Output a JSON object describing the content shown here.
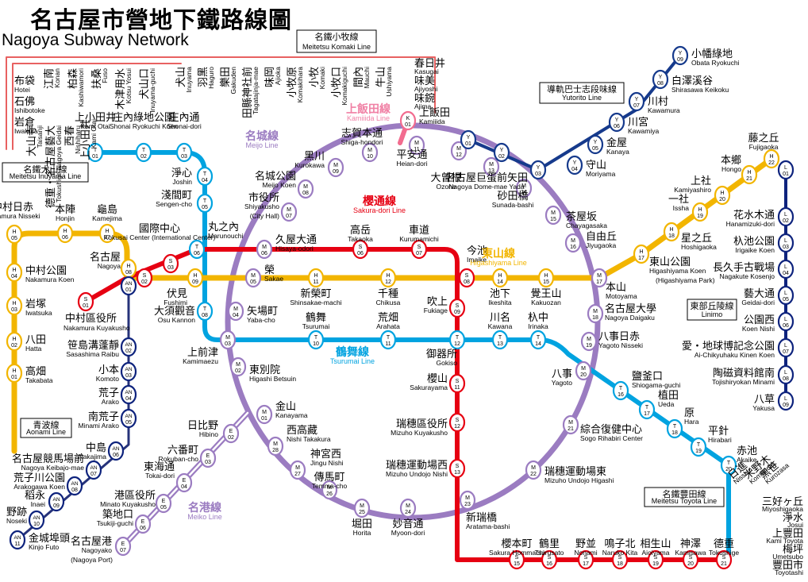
{
  "title": "名古屋市營地下鐵路線圖",
  "title_en": "Nagoya Subway Network",
  "colors": {
    "higashiyama": "#f2b500",
    "meijo": "#9b7cc1",
    "meiko": "#9b7cc1",
    "tsurumai": "#00a3e0",
    "sakuradori": "#e60012",
    "kamiiida": "#f26c8f",
    "kamiiida_label": "#f081a5",
    "linimo": "#0e237d",
    "yutorito": "#163a8c",
    "meitetsu_komaki": "#e60012",
    "meitetsu": "#e60012",
    "kamiiida_bg": "#ffffff"
  },
  "lines": [
    {
      "id": "sakura",
      "name": "櫻通線",
      "name_en": "Sakura-dori Line",
      "color": "#e60012"
    },
    {
      "id": "higashiyama",
      "name": "東山線",
      "name_en": "Higashiyama Line",
      "color": "#f2b500"
    },
    {
      "id": "meijo",
      "name": "名城線",
      "name_en": "Meijo Line",
      "color": "#9b7cc1"
    },
    {
      "id": "tsurumai",
      "name": "鶴舞線",
      "name_en": "Tsurumai Line",
      "color": "#00a3e0"
    },
    {
      "id": "meiko",
      "name": "名港線",
      "name_en": "Meiko Line",
      "color": "#9b7cc1"
    },
    {
      "id": "kamiiida",
      "name": "上飯田線",
      "name_en": "Kamiiida Line",
      "color": "#f26c8f"
    }
  ],
  "boxes": [
    {
      "id": "komaki",
      "name": "名鐵小牧線",
      "name_en": "Meitetsu Komaki Line"
    },
    {
      "id": "inuyama",
      "name": "名鐵犬山線",
      "name_en": "Meitetsu Inuyama Line"
    },
    {
      "id": "yutorito",
      "name": "導軌巴士志段味線",
      "name_en": "Yutorito Line"
    },
    {
      "id": "aonami",
      "name": "青波線",
      "name_en": "Aonami Line"
    },
    {
      "id": "linimo",
      "name": "東部丘陵線",
      "name_en": "Linimo"
    },
    {
      "id": "toyota",
      "name": "名鐵豐田線",
      "name_en": "Meitetsu Toyota Line"
    }
  ],
  "stations": [
    {
      "id": "H01",
      "code": [
        "H",
        "01"
      ],
      "name": "高畑",
      "romaji": "Takabata"
    },
    {
      "id": "H02",
      "code": [
        "H",
        "02"
      ],
      "name": "八田",
      "romaji": "Hatta"
    },
    {
      "id": "H03",
      "code": [
        "H",
        "03"
      ],
      "name": "岩塚",
      "romaji": "Iwatsuka"
    },
    {
      "id": "H04",
      "code": [
        "H",
        "04"
      ],
      "name": "中村公園",
      "romaji": "Nakamura Koen"
    },
    {
      "id": "H05",
      "code": [
        "H",
        "05"
      ],
      "name": "中村日赤",
      "romaji": "Nakamura Nisseki"
    },
    {
      "id": "H06",
      "code": [
        "H",
        "06"
      ],
      "name": "本陣",
      "romaji": "Honjin"
    },
    {
      "id": "H07",
      "code": [
        "H",
        "07"
      ],
      "name": "龜島",
      "romaji": "Kamejima"
    },
    {
      "id": "H08",
      "code": [
        "H",
        "08"
      ],
      "name": "名古屋",
      "romaji": "Nagoya"
    },
    {
      "id": "H09",
      "code": [
        "H",
        "09"
      ],
      "name": "伏見",
      "romaji": "Fushimi"
    },
    {
      "id": "H11",
      "code": [
        "H",
        "11"
      ],
      "name": "新榮町",
      "romaji": "Shinsakae-machi"
    },
    {
      "id": "H12",
      "code": [
        "H",
        "12"
      ],
      "name": "千種",
      "romaji": "Chikusa"
    },
    {
      "id": "H14",
      "code": [
        "H",
        "14"
      ],
      "name": "池下",
      "romaji": "Ikeshita"
    },
    {
      "id": "H15",
      "code": [
        "H",
        "15"
      ],
      "name": "覺王山",
      "romaji": "Kakuozan"
    },
    {
      "id": "H17",
      "code": [
        "H",
        "17"
      ],
      "name": "東山公園",
      "romaji": "Higashiyama Koen"
    },
    {
      "id": "H18",
      "code": [
        "H",
        "18"
      ],
      "name": "星之丘",
      "romaji": "Hoshigaoka"
    },
    {
      "id": "H19",
      "code": [
        "H",
        "19"
      ],
      "name": "一社",
      "romaji": "Issha"
    },
    {
      "id": "H20",
      "code": [
        "H",
        "20"
      ],
      "name": "上社",
      "romaji": "Kamiyashiro"
    },
    {
      "id": "H21",
      "code": [
        "H",
        "21"
      ],
      "name": "本鄉",
      "romaji": "Hongo"
    },
    {
      "id": "H22",
      "code": [
        "H",
        "22"
      ],
      "name": "藤之丘",
      "romaji": "Fujigaoka"
    },
    {
      "id": "M01",
      "code": [
        "M",
        "01"
      ],
      "name": "金山",
      "romaji": "Kanayama"
    },
    {
      "id": "M02",
      "code": [
        "M",
        "02"
      ],
      "name": "東別院",
      "romaji": "Higashi Betsuin"
    },
    {
      "id": "M03",
      "code": [
        "M",
        "03"
      ],
      "name": "上前津",
      "romaji": "Kamimaezu"
    },
    {
      "id": "M04",
      "code": [
        "M",
        "04"
      ],
      "name": "矢場町",
      "romaji": "Yaba-cho"
    },
    {
      "id": "M05",
      "code": [
        "M",
        "05"
      ],
      "name": "榮",
      "romaji": "Sakae"
    },
    {
      "id": "M06",
      "code": [
        "M",
        "06"
      ],
      "name": "久屋大通",
      "romaji": "Hisaya-odori"
    },
    {
      "id": "M07",
      "code": [
        "M",
        "07"
      ],
      "name": "市役所",
      "romaji": "Shiyakusho"
    },
    {
      "id": "M08",
      "code": [
        "M",
        "08"
      ],
      "name": "名城公園",
      "romaji": "Meijo Koen"
    },
    {
      "id": "M09",
      "code": [
        "M",
        "09"
      ],
      "name": "黑川",
      "romaji": "Kurokawa"
    },
    {
      "id": "M10",
      "code": [
        "M",
        "10"
      ],
      "name": "志賀本通",
      "romaji": "Shiga-hondori"
    },
    {
      "id": "M11",
      "code": [
        "M",
        "11"
      ],
      "name": "平安通",
      "romaji": "Heian-dori"
    },
    {
      "id": "M12",
      "code": [
        "M",
        "12"
      ],
      "name": "大曾根",
      "romaji": "Ozone"
    },
    {
      "id": "M13",
      "code": [
        "M",
        "13"
      ],
      "name": "名古屋巨蛋前矢田",
      "romaji": "Nagoya Dome-mae Yada"
    },
    {
      "id": "M14",
      "code": [
        "M",
        "14"
      ],
      "name": "砂田橋",
      "romaji": "Sunada-bashi"
    },
    {
      "id": "M15",
      "code": [
        "M",
        "15"
      ],
      "name": "茶屋坂",
      "romaji": "Chayagasaka"
    },
    {
      "id": "M16",
      "code": [
        "M",
        "16"
      ],
      "name": "自由丘",
      "romaji": "Jiyugaoka"
    },
    {
      "id": "M17",
      "code": [
        "M",
        "17"
      ],
      "name": "本山",
      "romaji": "Motoyama"
    },
    {
      "id": "M18",
      "code": [
        "M",
        "18"
      ],
      "name": "名古屋大學",
      "romaji": "Nagoya Daigaku"
    },
    {
      "id": "M19",
      "code": [
        "M",
        "19"
      ],
      "name": "八事日赤",
      "romaji": "Yagoto Nisseki"
    },
    {
      "id": "M20",
      "code": [
        "M",
        "20"
      ],
      "name": "八事",
      "romaji": "Yagoto"
    },
    {
      "id": "M21",
      "code": [
        "M",
        "21"
      ],
      "name": "綜合復健中心",
      "romaji": "Sogo Rihabiri Center"
    },
    {
      "id": "M22",
      "code": [
        "M",
        "22"
      ],
      "name": "瑞穗運動場東",
      "romaji": "Mizuho Undojo Higashi"
    },
    {
      "id": "M23",
      "code": [
        "M",
        "23"
      ],
      "name": "新瑞橋",
      "romaji": "Aratama-bashi"
    },
    {
      "id": "M24",
      "code": [
        "M",
        "24"
      ],
      "name": "妙音通",
      "romaji": "Myoon-dori"
    },
    {
      "id": "M25",
      "code": [
        "M",
        "25"
      ],
      "name": "堀田",
      "romaji": "Horita"
    },
    {
      "id": "M26",
      "code": [
        "M",
        "26"
      ],
      "name": "傳馬町",
      "romaji": "Temma-cho"
    },
    {
      "id": "M27",
      "code": [
        "M",
        "27"
      ],
      "name": "神宮西",
      "romaji": "Jingu Nishi"
    },
    {
      "id": "M28",
      "code": [
        "M",
        "28"
      ],
      "name": "西高藏",
      "romaji": "Nishi Takakura"
    },
    {
      "id": "E02",
      "code": [
        "E",
        "02"
      ],
      "name": "日比野",
      "romaji": "Hibino"
    },
    {
      "id": "E03",
      "code": [
        "E",
        "03"
      ],
      "name": "六番町",
      "romaji": "Rokuban-cho"
    },
    {
      "id": "E04",
      "code": [
        "E",
        "04"
      ],
      "name": "東海通",
      "romaji": "Tokai-dori"
    },
    {
      "id": "E05",
      "code": [
        "E",
        "05"
      ],
      "name": "港區役所",
      "romaji": "Minato Kuyakusho"
    },
    {
      "id": "E06",
      "code": [
        "E",
        "06"
      ],
      "name": "築地口",
      "romaji": "Tsukiji-guchi"
    },
    {
      "id": "E07",
      "code": [
        "E",
        "07"
      ],
      "name": "名古屋港",
      "romaji": "Nagoyako"
    },
    {
      "id": "T01",
      "code": [
        "T",
        "01"
      ],
      "name": "上小田井",
      "romaji": "Kami Otai"
    },
    {
      "id": "T02",
      "code": [
        "T",
        "02"
      ],
      "name": "庄內綠地公園",
      "romaji": "Shonai Ryokuchi Koen"
    },
    {
      "id": "T03",
      "code": [
        "T",
        "03"
      ],
      "name": "庄內通",
      "romaji": "Shonai-dori"
    },
    {
      "id": "T04",
      "code": [
        "T",
        "04"
      ],
      "name": "淨心",
      "romaji": "Joshin"
    },
    {
      "id": "T05",
      "code": [
        "T",
        "05"
      ],
      "name": "淺間町",
      "romaji": "Sengen-cho"
    },
    {
      "id": "T06",
      "code": [
        "T",
        "06"
      ],
      "name": "丸之內",
      "romaji": "Marunouchi"
    },
    {
      "id": "T08",
      "code": [
        "T",
        "08"
      ],
      "name": "大須觀音",
      "romaji": "Osu Kannon"
    },
    {
      "id": "T10",
      "code": [
        "T",
        "10"
      ],
      "name": "鶴舞",
      "romaji": "Tsurumai"
    },
    {
      "id": "T11",
      "code": [
        "T",
        "11"
      ],
      "name": "荒畑",
      "romaji": "Arahata"
    },
    {
      "id": "T12",
      "code": [
        "T",
        "12"
      ],
      "name": "御器所",
      "romaji": "Gokiso"
    },
    {
      "id": "T13",
      "code": [
        "T",
        "13"
      ],
      "name": "川名",
      "romaji": "Kawana"
    },
    {
      "id": "T14",
      "code": [
        "T",
        "14"
      ],
      "name": "杁中",
      "romaji": "Irinaka"
    },
    {
      "id": "T16",
      "code": [
        "T",
        "16"
      ],
      "name": "鹽釜口",
      "romaji": "Shiogama-guchi"
    },
    {
      "id": "T17",
      "code": [
        "T",
        "17"
      ],
      "name": "植田",
      "romaji": "Ueda"
    },
    {
      "id": "T18",
      "code": [
        "T",
        "18"
      ],
      "name": "原",
      "romaji": "Hara"
    },
    {
      "id": "T19",
      "code": [
        "T",
        "19"
      ],
      "name": "平針",
      "romaji": "Hirabari"
    },
    {
      "id": "T20",
      "code": [
        "T",
        "20"
      ],
      "name": "赤池",
      "romaji": "Akaike"
    },
    {
      "id": "S01",
      "code": [
        "S",
        "01"
      ],
      "name": "",
      "romaji": ""
    },
    {
      "id": "S02",
      "code": [
        "S",
        "02"
      ],
      "name": "",
      "romaji": ""
    },
    {
      "id": "S03",
      "code": [
        "S",
        "03"
      ],
      "name": "國際中心",
      "romaji": "Kokusai Center (International Center)"
    },
    {
      "id": "S06",
      "code": [
        "S",
        "06"
      ],
      "name": "高岳",
      "romaji": "Takaoka"
    },
    {
      "id": "S07",
      "code": [
        "S",
        "07"
      ],
      "name": "車道",
      "romaji": "Kurumamichi"
    },
    {
      "id": "S08",
      "code": [
        "S",
        "08"
      ],
      "name": "今池",
      "romaji": "Imaike"
    },
    {
      "id": "S09",
      "code": [
        "S",
        "09"
      ],
      "name": "吹上",
      "romaji": "Fukiage"
    },
    {
      "id": "S11",
      "code": [
        "S",
        "11"
      ],
      "name": "櫻山",
      "romaji": "Sakurayama"
    },
    {
      "id": "S12",
      "code": [
        "S",
        "12"
      ],
      "name": "瑞穗區役所",
      "romaji": "Mizuho Kuyakusho"
    },
    {
      "id": "S13",
      "code": [
        "S",
        "13"
      ],
      "name": "瑞穗運動場西",
      "romaji": "Mizuho Undojo Nishi"
    },
    {
      "id": "S15",
      "code": [
        "S",
        "15"
      ],
      "name": "櫻本町",
      "romaji": "Sakura Hommachi"
    },
    {
      "id": "S16",
      "code": [
        "S",
        "16"
      ],
      "name": "鶴里",
      "romaji": "Tsurusato"
    },
    {
      "id": "S17",
      "code": [
        "S",
        "17"
      ],
      "name": "野並",
      "romaji": "Nonami"
    },
    {
      "id": "S18",
      "code": [
        "S",
        "18"
      ],
      "name": "鳴子北",
      "romaji": "Naruko Kita"
    },
    {
      "id": "S19",
      "code": [
        "S",
        "19"
      ],
      "name": "相生山",
      "romaji": "Aioiyama"
    },
    {
      "id": "S20",
      "code": [
        "S",
        "20"
      ],
      "name": "神澤",
      "romaji": "Kamisawa"
    },
    {
      "id": "S21",
      "code": [
        "S",
        "21"
      ],
      "name": "德重",
      "romaji": "Tokushige"
    },
    {
      "id": "K01",
      "code": [
        "K",
        "01"
      ],
      "name": "上飯田",
      "romaji": "Kamiiida"
    },
    {
      "id": "AN01",
      "code": [
        "AN",
        "01"
      ],
      "name": "",
      "romaji": ""
    },
    {
      "id": "AN02",
      "code": [
        "AN",
        "02"
      ],
      "name": "笹島溝蓬靜",
      "romaji": "Sasashima Raibu"
    },
    {
      "id": "AN03",
      "code": [
        "AN",
        "03"
      ],
      "name": "小本",
      "romaji": "Komoto"
    },
    {
      "id": "AN04",
      "code": [
        "AN",
        "04"
      ],
      "name": "荒子",
      "romaji": "Arako"
    },
    {
      "id": "AN05",
      "code": [
        "AN",
        "05"
      ],
      "name": "南荒子",
      "romaji": "Minami Arako"
    },
    {
      "id": "AN06",
      "code": [
        "AN",
        "06"
      ],
      "name": "中島",
      "romaji": "Nakajima"
    },
    {
      "id": "AN07",
      "code": [
        "AN",
        "07"
      ],
      "name": "名古屋競馬場前",
      "romaji": "Nagoya Keibajo-mae"
    },
    {
      "id": "AN08",
      "code": [
        "AN",
        "08"
      ],
      "name": "荒子川公園",
      "romaji": "Arakogawa Koen"
    },
    {
      "id": "AN09",
      "code": [
        "AN",
        "09"
      ],
      "name": "稻永",
      "romaji": "Inaei"
    },
    {
      "id": "AN10",
      "code": [
        "AN",
        "10"
      ],
      "name": "野跡",
      "romaji": "Noseki"
    },
    {
      "id": "AN11",
      "code": [
        "AN",
        "11"
      ],
      "name": "金城埠頭",
      "romaji": "Kinjo Futo"
    },
    {
      "id": "Y01",
      "code": [
        "Y",
        "01"
      ],
      "name": "",
      "romaji": ""
    },
    {
      "id": "Y02",
      "code": [
        "Y",
        "02"
      ],
      "name": "",
      "romaji": ""
    },
    {
      "id": "Y03",
      "code": [
        "Y",
        "03"
      ],
      "name": "",
      "romaji": ""
    },
    {
      "id": "Y04",
      "code": [
        "Y",
        "04"
      ],
      "name": "守山",
      "romaji": "Moriyama"
    },
    {
      "id": "Y05",
      "code": [
        "Y",
        "05"
      ],
      "name": "金屋",
      "romaji": "Kanaya"
    },
    {
      "id": "Y06",
      "code": [
        "Y",
        "06"
      ],
      "name": "川宮",
      "romaji": "Kawamiya"
    },
    {
      "id": "Y07",
      "code": [
        "Y",
        "07"
      ],
      "name": "川村",
      "romaji": "Kawamura"
    },
    {
      "id": "Y08",
      "code": [
        "Y",
        "08"
      ],
      "name": "白澤溪谷",
      "romaji": "Shirasawa Keikoku"
    },
    {
      "id": "Y09",
      "code": [
        "Y",
        "09"
      ],
      "name": "小幡綠地",
      "romaji": "Obata Ryokuchi"
    },
    {
      "id": "L01",
      "code": [
        "L",
        "01"
      ],
      "name": "",
      "romaji": ""
    },
    {
      "id": "L02",
      "code": [
        "L",
        "02"
      ],
      "name": "花水木通",
      "romaji": "Hanamizuki-dori"
    },
    {
      "id": "L03",
      "code": [
        "L",
        "03"
      ],
      "name": "杁池公園",
      "romaji": "Irigaike Koen"
    },
    {
      "id": "L04",
      "code": [
        "L",
        "04"
      ],
      "name": "長久手古戰場",
      "romaji": "Nagakute Kosenjo"
    },
    {
      "id": "L05",
      "code": [
        "L",
        "05"
      ],
      "name": "藝大通",
      "romaji": "Geidai-dori"
    },
    {
      "id": "L06",
      "code": [
        "L",
        "06"
      ],
      "name": "公園西",
      "romaji": "Koen Nishi"
    },
    {
      "id": "L07",
      "code": [
        "L",
        "07"
      ],
      "name": "愛・地球博記念公園",
      "romaji": "Ai-Chikyuhaku Kinen Koen"
    },
    {
      "id": "L08",
      "code": [
        "L",
        "08"
      ],
      "name": "陶磁資料館南",
      "romaji": "Tojishiryokan Minami"
    },
    {
      "id": "L09",
      "code": [
        "L",
        "09"
      ],
      "name": "八草",
      "romaji": "Yakusa"
    }
  ],
  "extra_labels": [
    {
      "id": "x-shiyakusho-sub",
      "text": "(City Hall)"
    },
    {
      "id": "x-higashiyama-sub",
      "text": "(Higashiyama Park)"
    },
    {
      "id": "x-nagoyako-sub",
      "text": "(Nagoya Port)"
    },
    {
      "id": "x-nakamura-kuyakusho",
      "text": "中村區役所"
    },
    {
      "id": "x-nakamura-kuyakusho-en",
      "text": "Nakamura Kuyakusho"
    },
    {
      "id": "x-meitetsu-nakamura",
      "text": ""
    }
  ],
  "komaki_stations": [
    {
      "name": "犬山",
      "romaji": "Inuyama"
    },
    {
      "name": "羽黑",
      "romaji": "Haguro"
    },
    {
      "name": "樂田",
      "romaji": "Gakuden"
    },
    {
      "name": "田縣神社前",
      "romaji": "Tagatajinja-mae"
    },
    {
      "name": "味岡",
      "romaji": "Ajioka"
    },
    {
      "name": "小牧原",
      "romaji": "Komakihara"
    },
    {
      "name": "小牧",
      "romaji": "Komaki"
    },
    {
      "name": "小牧口",
      "romaji": "Komakiguchi"
    },
    {
      "name": "間內",
      "romaji": "Mauchi"
    },
    {
      "name": "牛山",
      "romaji": "Ushiyama"
    }
  ],
  "komaki_right": [
    {
      "name": "春日井",
      "romaji": "Kasugai"
    },
    {
      "name": "味美",
      "romaji": "Ajiyoshi"
    },
    {
      "name": "味鋺",
      "romaji": "Ajima"
    }
  ],
  "inuyama_left": [
    {
      "name": "布袋",
      "romaji": "Hotei"
    },
    {
      "name": "石佛",
      "romaji": "Ishibotoke"
    },
    {
      "name": "岩倉",
      "romaji": "Iwakura"
    }
  ],
  "inuyama_top": [
    {
      "name": "江南",
      "romaji": "Konan"
    },
    {
      "name": "柏森",
      "romaji": "Kashiwamori"
    },
    {
      "name": "扶桑",
      "romaji": "Fuso"
    },
    {
      "name": "木津用水",
      "romaji": "Kotsu Yosui"
    },
    {
      "name": "犬山口",
      "romaji": "Inuyama-guchi"
    }
  ],
  "inuyama_mid": [
    {
      "name": "大山寺",
      "romaji": "Taisanji"
    },
    {
      "name": "德重・名古屋藝大",
      "romaji": "Tokushige Nagoya Geidai"
    },
    {
      "name": "西春",
      "romaji": "Nishiharu"
    }
  ],
  "toyota_stations": [
    {
      "name": "日進",
      "romaji": "Nisshin"
    },
    {
      "name": "米野木",
      "romaji": "Komenoki"
    },
    {
      "name": "黑笹",
      "romaji": "Kurozasa"
    },
    {
      "name": "三好ヶ丘",
      "romaji": "Miyoshigaoka"
    },
    {
      "name": "淨水",
      "romaji": "Josui"
    },
    {
      "name": "上豐田",
      "romaji": "Kami Toyota"
    },
    {
      "name": "梅坪",
      "romaji": "Umetsubo"
    },
    {
      "name": "豐田市",
      "romaji": "Toyotashi"
    }
  ]
}
